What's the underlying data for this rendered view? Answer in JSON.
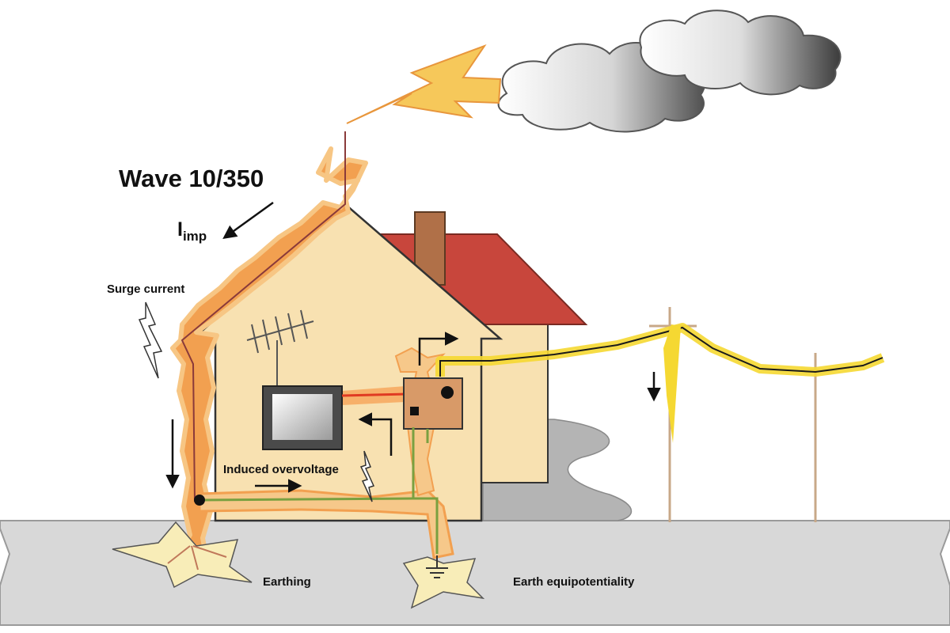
{
  "labels": {
    "wave": "Wave 10/350",
    "current_main": "I",
    "current_sub": "imp",
    "surge_current": "Surge current",
    "induced_overvoltage": "Induced overvoltage",
    "earthing": "Earthing",
    "earth_equipotentiality": "Earth equipotentiality"
  },
  "colors": {
    "lightning": "#f2a050",
    "lightning_deep": "#e8823c",
    "lightning_yellow": "#f5d832",
    "wall": "#f8e1b1",
    "roof": "#c8463c",
    "chimney": "#b07048",
    "ground": "#d8d8d8",
    "shadow": "#b4b4b4",
    "box": "#d89a68",
    "wire_green": "#7aa040",
    "wire_red": "#e03a22",
    "earth_pad": "#f8edb8"
  }
}
